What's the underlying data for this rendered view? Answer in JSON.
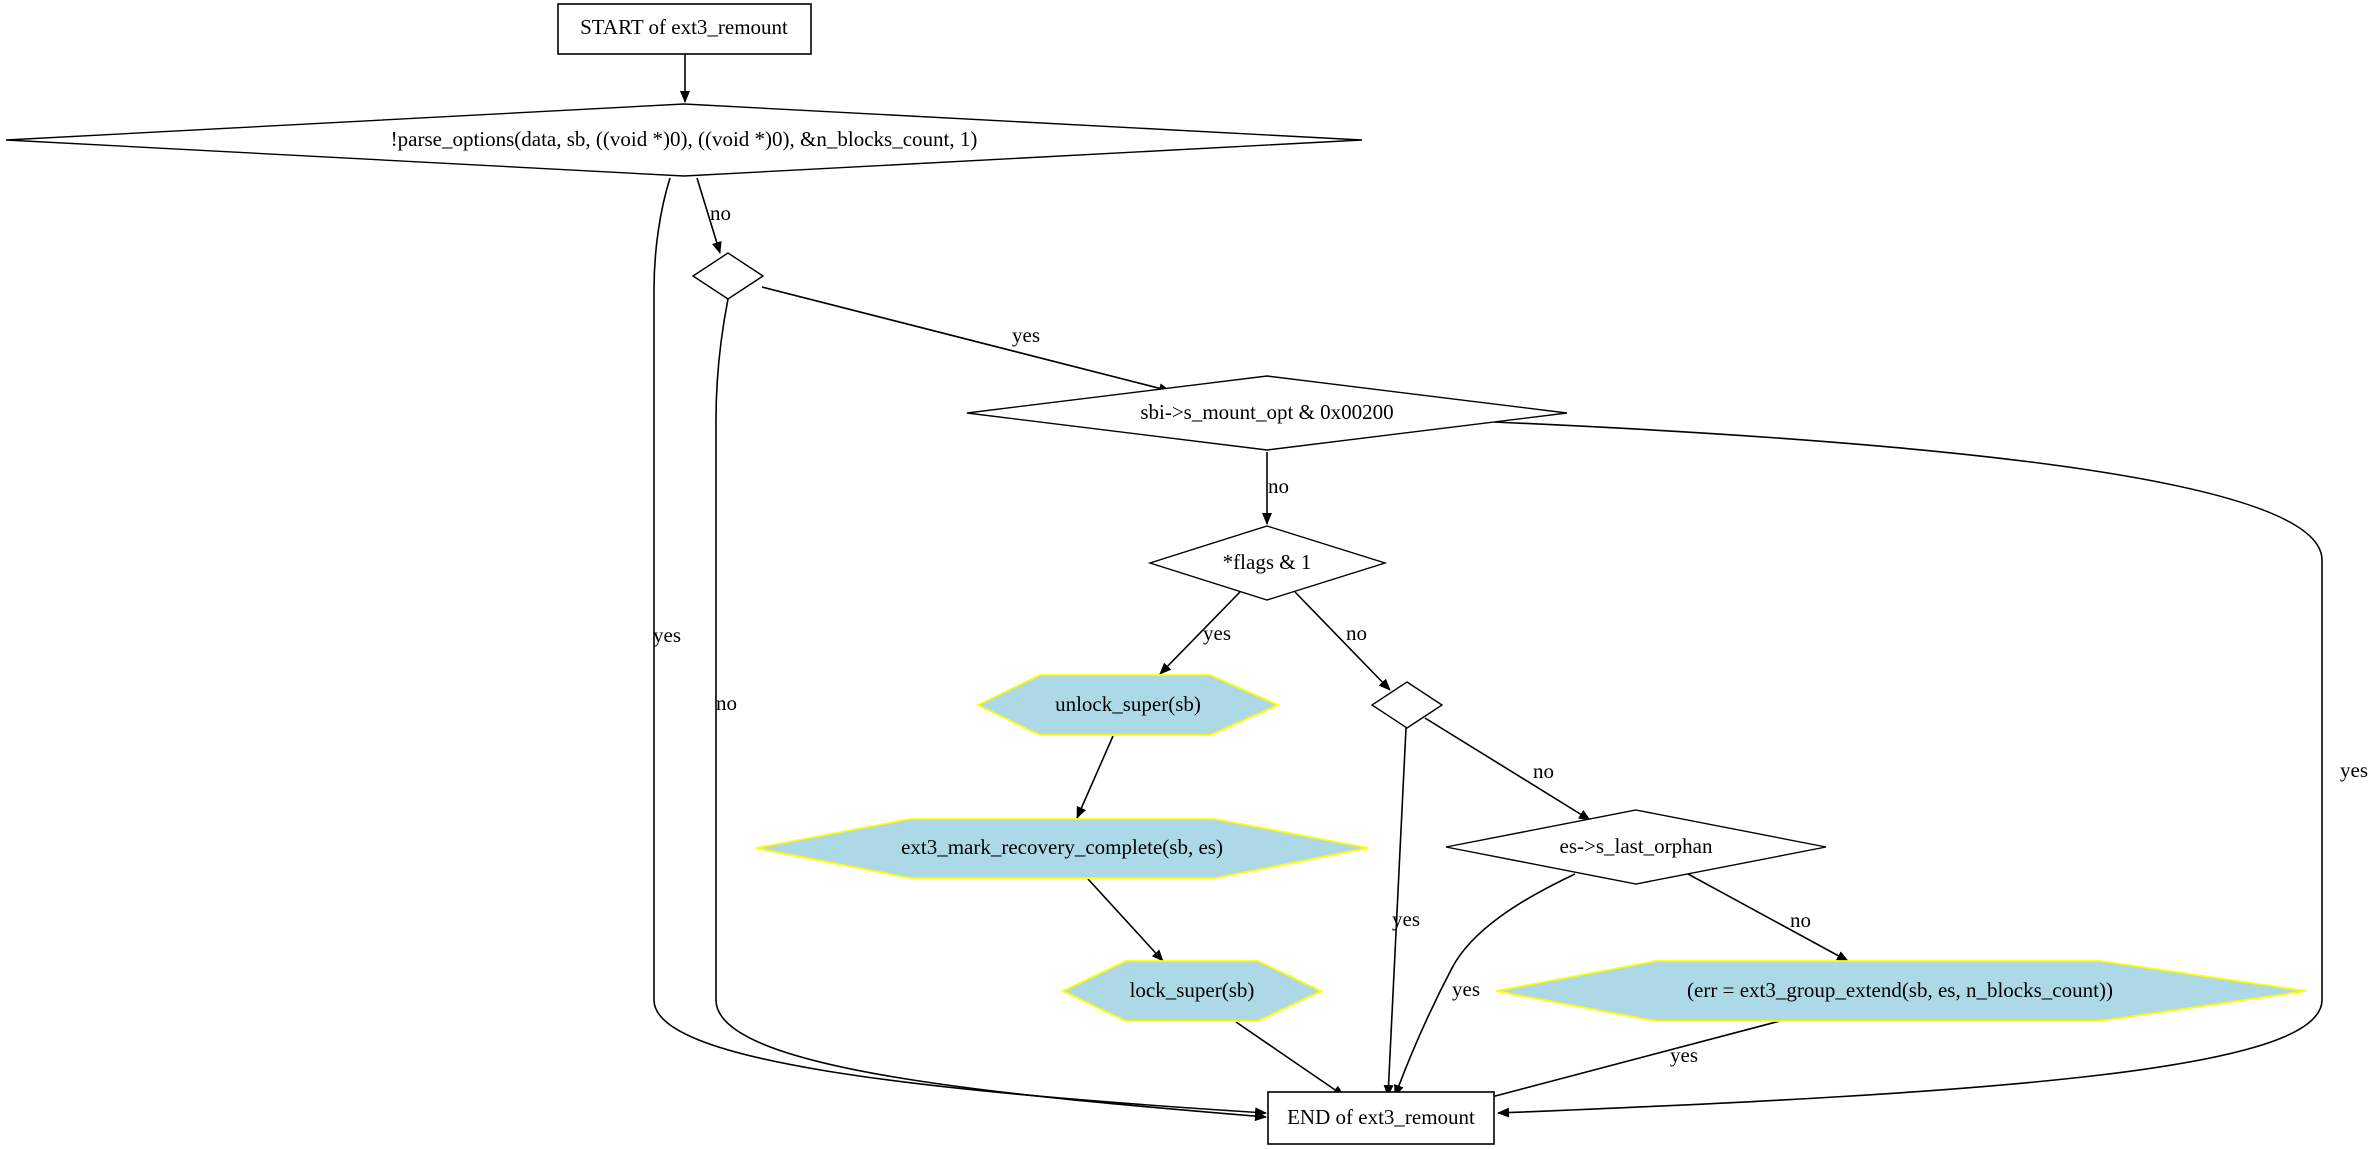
{
  "nodes": {
    "start": "START of ext3_remount",
    "parse_options": "!parse_options(data, sb, ((void *)0), ((void *)0), &n_blocks_count, 1)",
    "empty_decision_1": "",
    "mount_opt": "sbi->s_mount_opt & 0x00200",
    "flags": "*flags & 1",
    "unlock_super": "unlock_super(sb)",
    "mark_recovery": "ext3_mark_recovery_complete(sb, es)",
    "lock_super": "lock_super(sb)",
    "empty_decision_2": "",
    "last_orphan": "es->s_last_orphan",
    "group_extend": "(err = ext3_group_extend(sb, es, n_blocks_count))",
    "end": "END of ext3_remount"
  },
  "edges": {
    "parse_yes": "yes",
    "parse_no": "no",
    "d1_yes": "yes",
    "d1_no": "no",
    "mount_yes": "yes",
    "mount_no": "no",
    "flags_yes": "yes",
    "flags_no": "no",
    "d2_yes": "yes",
    "d2_no": "no",
    "orphan_yes": "yes",
    "orphan_no": "no",
    "extend_yes": "yes"
  },
  "colors": {
    "action_fill": "#add8e6",
    "action_border": "#ffff00",
    "line": "#000000"
  }
}
